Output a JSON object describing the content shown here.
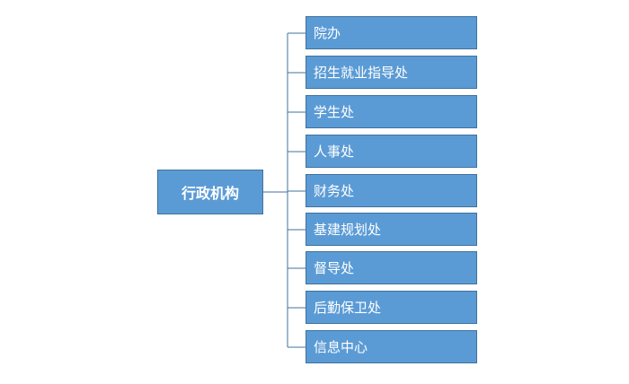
{
  "root": {
    "label": "行政机构"
  },
  "children": [
    {
      "label": "院办"
    },
    {
      "label": "招生就业指导处"
    },
    {
      "label": "学生处"
    },
    {
      "label": "人事处"
    },
    {
      "label": "财务处"
    },
    {
      "label": "基建规划处"
    },
    {
      "label": "督导处"
    },
    {
      "label": "后勤保卫处"
    },
    {
      "label": "信息中心"
    }
  ],
  "colors": {
    "box_fill": "#5b9bd5",
    "box_border": "#41719c",
    "connector": "#41719c",
    "text": "#ffffff"
  }
}
